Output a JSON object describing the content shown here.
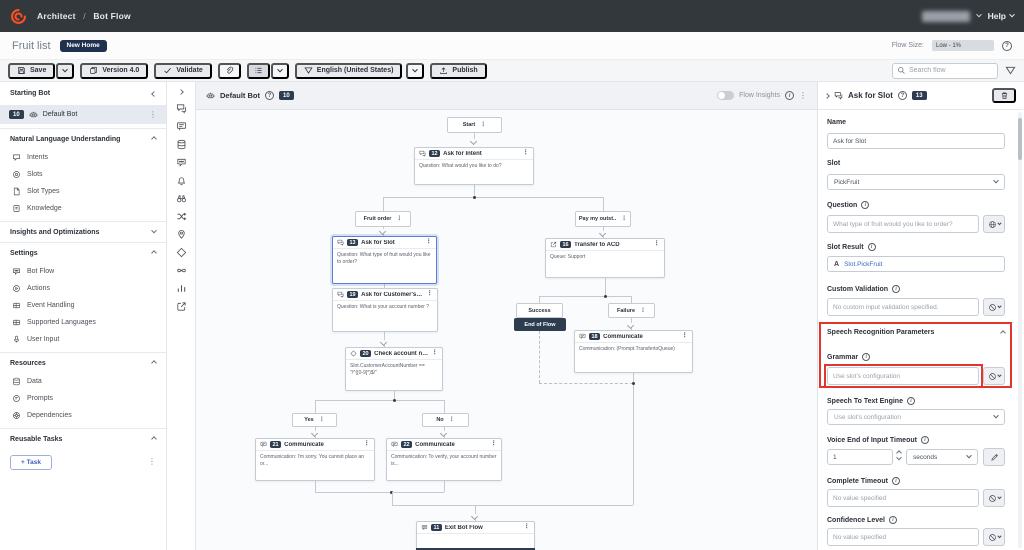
{
  "topbar": {
    "app": "Architect",
    "separator": "/",
    "section": "Bot Flow",
    "help": "Help"
  },
  "titlebar": {
    "flow_name": "Fruit list",
    "badge": "New Home",
    "flow_size_label": "Flow Size:",
    "flow_size_value": "Low - 1%"
  },
  "toolbar": {
    "save": "Save",
    "version": "Version 4.0",
    "validate": "Validate",
    "language": "English (United States)",
    "publish": "Publish",
    "search_placeholder": "Search flow"
  },
  "sidebar": {
    "starting_bot": {
      "title": "Starting Bot",
      "badge": "10",
      "item": "Default Bot"
    },
    "nlu": {
      "title": "Natural Language Understanding",
      "items": [
        "Intents",
        "Slots",
        "Slot Types",
        "Knowledge"
      ]
    },
    "insights": {
      "title": "Insights and Optimizations"
    },
    "settings": {
      "title": "Settings",
      "items": [
        "Bot Flow",
        "Actions",
        "Event Handling",
        "Supported Languages",
        "User Input"
      ]
    },
    "resources": {
      "title": "Resources",
      "items": [
        "Data",
        "Prompts",
        "Dependencies"
      ]
    },
    "reusable": {
      "title": "Reusable Tasks",
      "task_button": "+ Task"
    }
  },
  "canvas": {
    "tab_title": "Default Bot",
    "tab_badge": "10",
    "flow_insights": "Flow Insights"
  },
  "flow": {
    "start": "Start",
    "ask_intent": {
      "badge": "12",
      "title": "Ask for Intent",
      "body": "Question: What would you like to do?"
    },
    "branch_fruit": "Fruit order",
    "branch_pay": "Pay my outst..",
    "ask_slot": {
      "badge": "13",
      "title": "Ask for Slot",
      "body": "Question: What type of fruit would you like to order?"
    },
    "transfer": {
      "badge": "16",
      "title": "Transfer to ACD",
      "body": "Queue: Support"
    },
    "ask_customer": {
      "badge": "19",
      "title": "Ask for Customer's Account N...",
      "body": "Question: What is your account number ?"
    },
    "success": "Success",
    "end_of_flow": "End of Flow",
    "failure": "Failure",
    "comm18": {
      "badge": "18",
      "title": "Communicate",
      "body": "Communication: (Prompt.TransfertoQueue)"
    },
    "check": {
      "badge": "20",
      "title": "Check account number",
      "body": "Slot.CustomerAccountNumber == \"/^([0-9]*)$/\""
    },
    "yes": "Yes",
    "no": "No",
    "comm21": {
      "badge": "21",
      "title": "Communicate",
      "body": "Communication: I'm sorry. You cannot place an or..."
    },
    "comm22": {
      "badge": "22",
      "title": "Communicate",
      "body": "Communication: To verify, your account number is..."
    },
    "exit": {
      "badge": "11",
      "title": "Exit Bot Flow"
    }
  },
  "panel": {
    "title": "Ask for Slot",
    "badge": "13",
    "name_label": "Name",
    "name_value": "Ask for Slot",
    "slot_label": "Slot",
    "slot_value": "PickFruit",
    "question_label": "Question",
    "question_value": "What type of fruit would you like to order?",
    "slot_result_label": "Slot Result",
    "slot_result_value": "Slot.PickFruit",
    "custom_validation_label": "Custom Validation",
    "custom_validation_value": "No custom input validation specified.",
    "srp_title": "Speech Recognition Parameters",
    "grammar_label": "Grammar",
    "grammar_value": "Use slot's configuration",
    "stt_label": "Speech To Text Engine",
    "stt_value": "Use slot's configuration",
    "veit_label": "Voice End of Input Timeout",
    "veit_value": "1",
    "veit_unit": "seconds",
    "complete_label": "Complete Timeout",
    "complete_value": "No value specified",
    "confidence_label": "Confidence Level",
    "confidence_value": "No value specified"
  },
  "colors": {
    "accent_orange": "#ff4f1f",
    "dark_badge": "#2e3c50",
    "highlight_red": "#e2352b",
    "selected_blue": "#5d7cd8",
    "link_blue": "#3a66c9"
  }
}
